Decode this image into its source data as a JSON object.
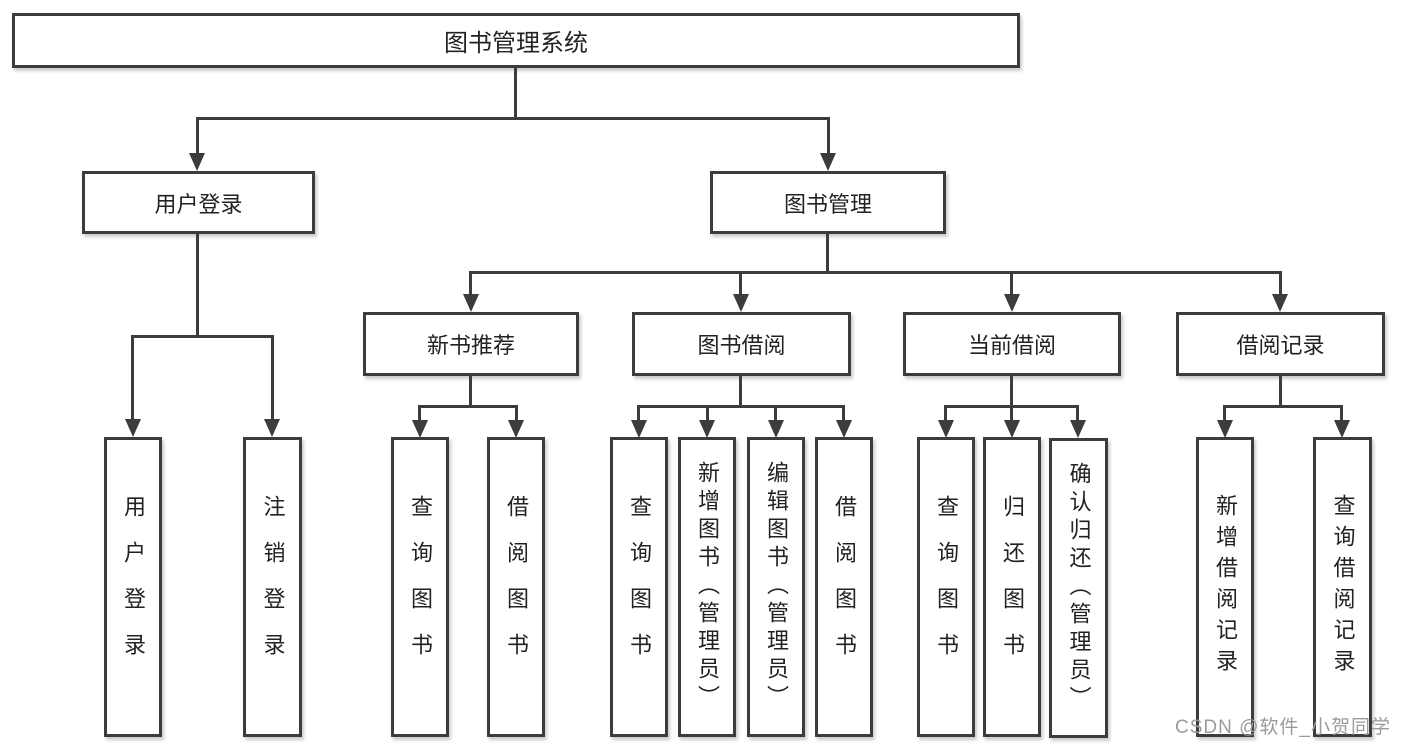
{
  "nodes": {
    "root": "图书管理系统",
    "login": "用户登录",
    "mgmt": "图书管理",
    "login_user": "用户登录",
    "login_logout": "注销登录",
    "newbook": "新书推荐",
    "newbook_query": "查询图书",
    "newbook_borrow": "借阅图书",
    "borrow": "图书借阅",
    "borrow_query": "查询图书",
    "borrow_add": "新增图书（管理员）",
    "borrow_edit": "编辑图书（管理员）",
    "borrow_lend": "借阅图书",
    "current": "当前借阅",
    "current_query": "查询图书",
    "current_return": "归还图书",
    "current_confirm": "确认归还（管理员）",
    "records": "借阅记录",
    "records_add": "新增借阅记录",
    "records_query": "查询借阅记录"
  },
  "watermark": "CSDN @软件_小贺同学",
  "colors": {
    "line": "#3c3c3c",
    "text": "#222222",
    "watermark": "#9b9b9b",
    "background": "#ffffff"
  }
}
